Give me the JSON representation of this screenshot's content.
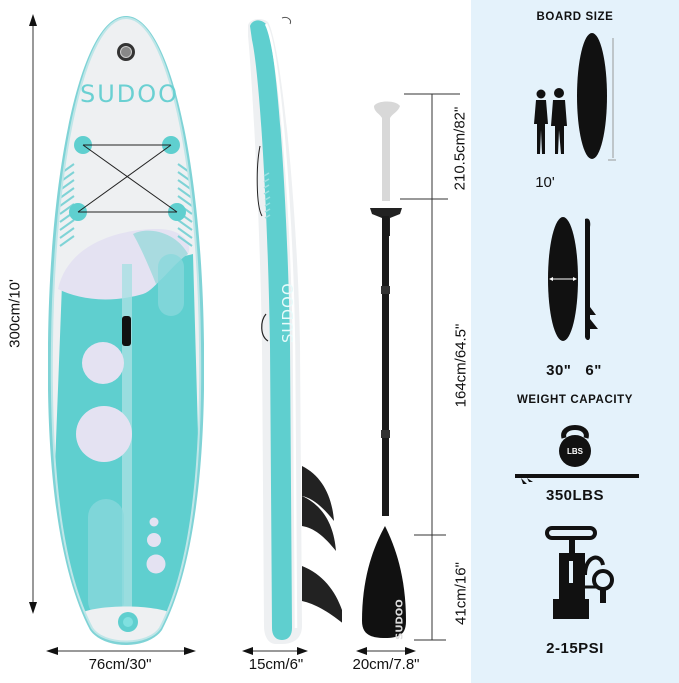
{
  "brand": {
    "name": "SUDOO"
  },
  "dimensions": {
    "board_length": "300cm/10'",
    "board_width": "76cm/30\"",
    "board_thickness": "15cm/6\"",
    "paddle_total": "210.5cm/82\"",
    "paddle_shaft": "164cm/64.5\"",
    "paddle_blade_length": "41cm/16\"",
    "paddle_blade_width": "20cm/7.8\""
  },
  "specs_panel": {
    "board_size_title": "BOARD SIZE",
    "board_length_label": "10'",
    "width_thickness_label": "30\"   6\"",
    "weight_capacity_title": "WEIGHT CAPACITY",
    "weight_icon_text": "LBS",
    "weight_value": "350LBS",
    "pressure_value": "2-15PSI"
  },
  "colors": {
    "teal": "#5fcfcf",
    "teal_dark": "#3fb8ba",
    "board_white": "#eef0f2",
    "lilac": "#e4e2f2",
    "panel_bg": "#e4f2fb",
    "black": "#111111"
  }
}
